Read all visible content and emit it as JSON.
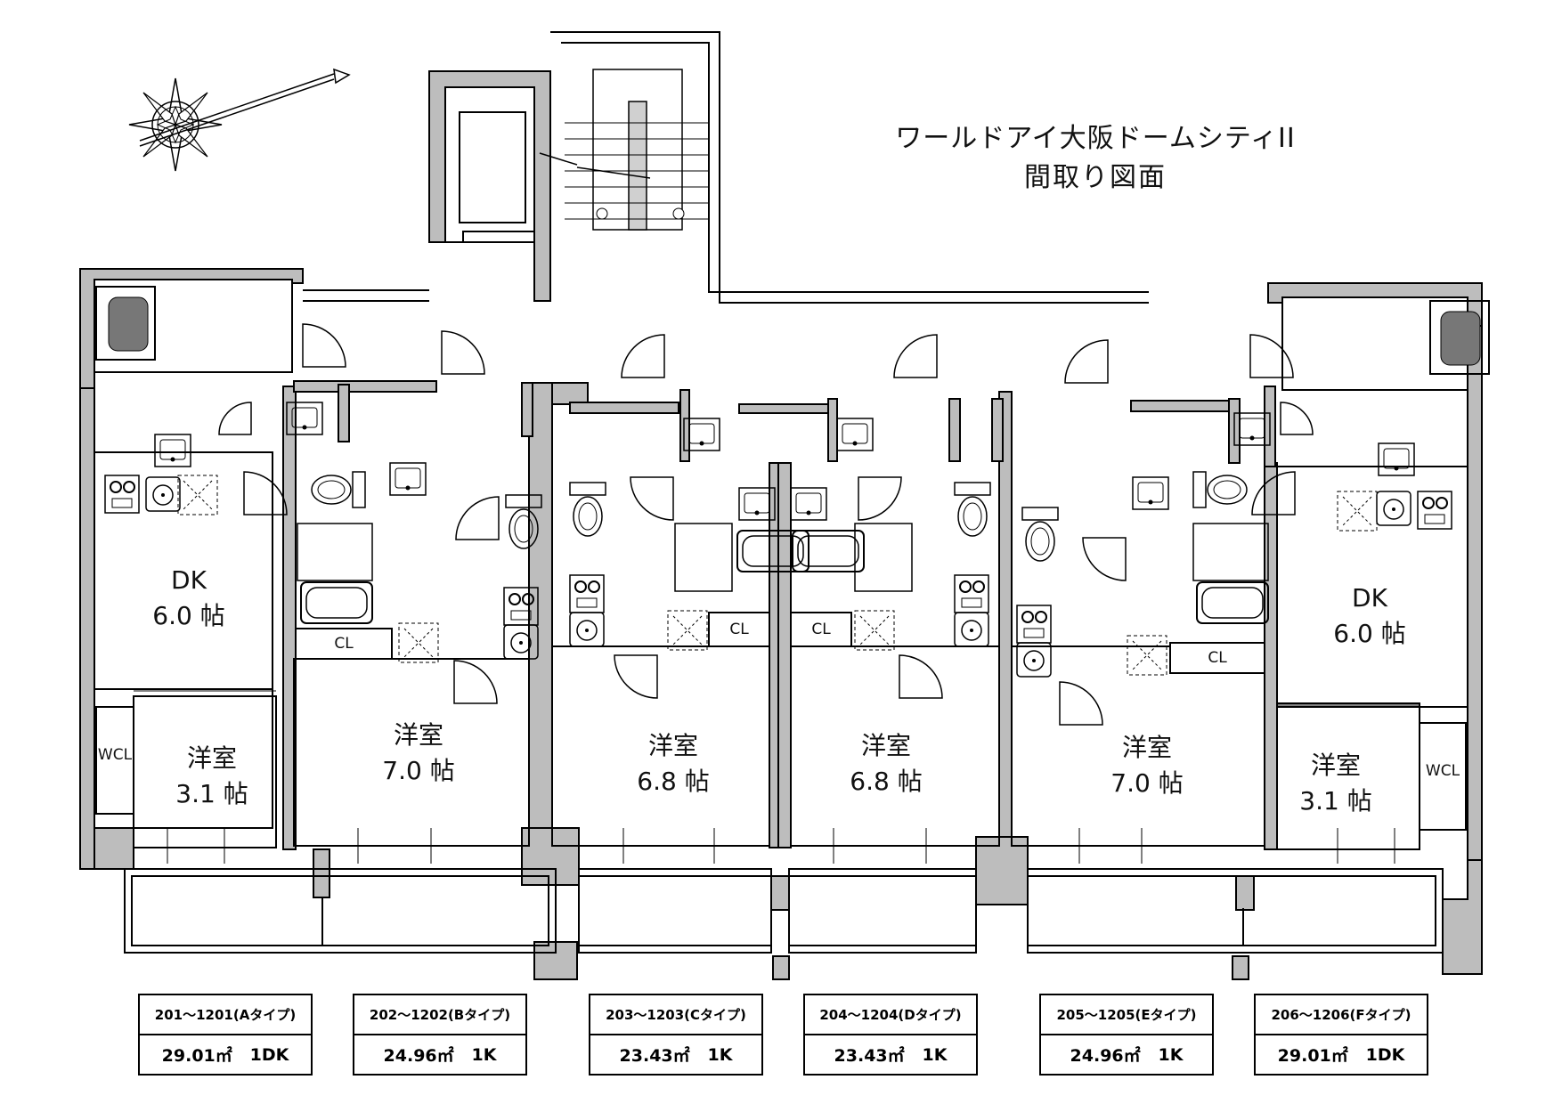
{
  "title": {
    "building": "ワールドアイ大阪ドームシティII",
    "subtitle": "間取り図面"
  },
  "rooms": {
    "a_dk": {
      "name": "DK",
      "size": "6.0 帖"
    },
    "a_western": {
      "name": "洋室",
      "size": "3.1 帖"
    },
    "b_western": {
      "name": "洋室",
      "size": "7.0 帖"
    },
    "c_western": {
      "name": "洋室",
      "size": "6.8 帖"
    },
    "d_western": {
      "name": "洋室",
      "size": "6.8 帖"
    },
    "e_western": {
      "name": "洋室",
      "size": "7.0 帖"
    },
    "f_dk": {
      "name": "DK",
      "size": "6.0 帖"
    },
    "f_western": {
      "name": "洋室",
      "size": "3.1 帖"
    }
  },
  "storage": {
    "cl": "CL",
    "wcl": "WCL"
  },
  "unit_types": [
    {
      "range": "201～1201(Aタイプ)",
      "area": "29.01㎡",
      "layout": "1DK"
    },
    {
      "range": "202～1202(Bタイプ)",
      "area": "24.96㎡",
      "layout": "1K"
    },
    {
      "range": "203～1203(Cタイプ)",
      "area": "23.43㎡",
      "layout": "1K"
    },
    {
      "range": "204～1204(Dタイプ)",
      "area": "23.43㎡",
      "layout": "1K"
    },
    {
      "range": "205～1205(Eタイプ)",
      "area": "24.96㎡",
      "layout": "1K"
    },
    {
      "range": "206～1206(Fタイプ)",
      "area": "29.01㎡",
      "layout": "1DK"
    }
  ],
  "colors": {
    "wall": "#bdbdbd",
    "line": "#000000"
  },
  "icons": [
    "compass-rose-icon",
    "elevator-icon",
    "staircase-icon",
    "bathtub-icon",
    "toilet-icon",
    "sink-icon",
    "stove-icon",
    "washer-icon"
  ]
}
